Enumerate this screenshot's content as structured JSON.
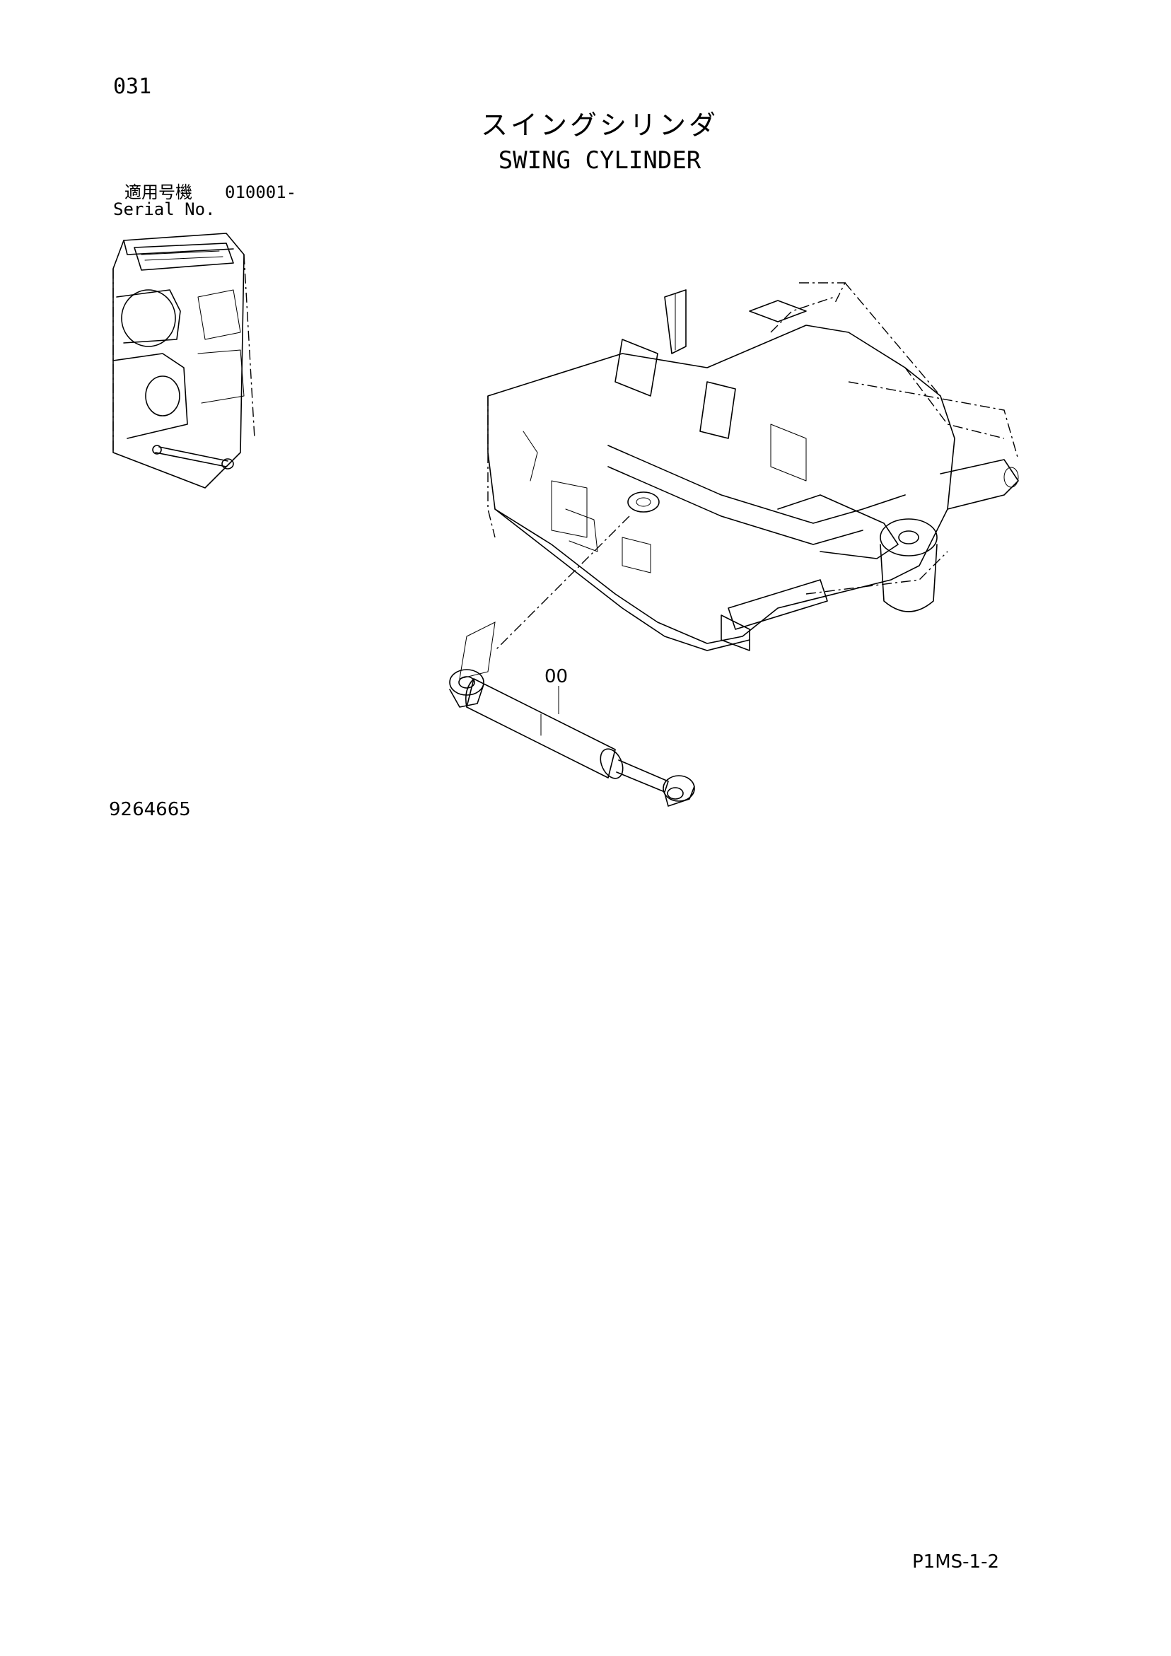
{
  "page": {
    "number": "031",
    "title_jp": "スイングシリンダ",
    "title_en": "SWING CYLINDER",
    "serial_label_jp": "適用号機",
    "serial_value": "010001-",
    "serial_label_en": "Serial No.",
    "drawing_number": "9264665",
    "reference_code": "P1MS-1-2"
  },
  "parts": {
    "callout": "00"
  },
  "icons": [
    "machine-overview-icon",
    "frame-diagram-icon",
    "cylinder-icon"
  ]
}
